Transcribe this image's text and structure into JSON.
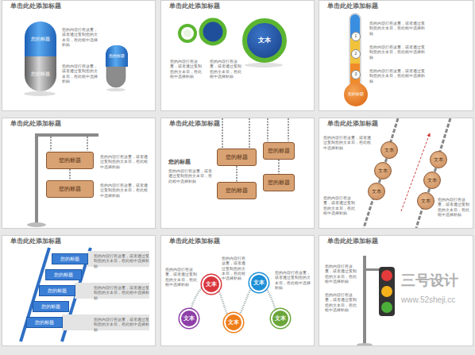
{
  "diagram": {
    "nodes": [
      {
        "text": [
          "单击此处添加标题"
        ]
      },
      {
        "text": [
          "您的标题"
        ],
        "in": 0
      },
      {
        "text": [
          "您的标题"
        ],
        "in": 0
      },
      {
        "text": [
          "您的标题"
        ],
        "in": 0
      },
      {
        "text": [
          "单击此处添加标题"
        ]
      },
      {
        "text": [
          "文本"
        ],
        "in": 4
      },
      {
        "text": [
          "单击此处添加标题"
        ]
      },
      {
        "text": [
          "1"
        ],
        "in": 6
      },
      {
        "text": [
          "2"
        ],
        "in": 6
      },
      {
        "text": [
          "3"
        ],
        "in": 6
      },
      {
        "text": [
          "您的标题"
        ],
        "in": 6
      },
      {
        "text": [
          "单击此处添加标题"
        ]
      },
      {
        "text": [
          "您的标题"
        ],
        "in": 11
      },
      {
        "text": [
          "您的标题"
        ],
        "in": 11
      },
      {
        "text": [
          "单击此处添加标题"
        ]
      },
      {
        "text": [
          "您的标题"
        ],
        "in": 14
      },
      {
        "text": [
          "您的标题"
        ],
        "in": 14
      },
      {
        "text": [
          "您的标题"
        ],
        "in": 14
      },
      {
        "text": [
          "您的标题"
        ],
        "in": 14
      },
      {
        "text": [
          "单击此处添加标题"
        ]
      },
      {
        "text": [
          "文本"
        ],
        "in": 19
      },
      {
        "text": [
          "文本"
        ],
        "in": 19
      },
      {
        "text": [
          "文本"
        ],
        "in": 19
      },
      {
        "text": [
          "文本"
        ],
        "in": 19
      },
      {
        "text": [
          "文本"
        ],
        "in": 19
      },
      {
        "text": [
          "文本"
        ],
        "in": 19
      },
      {
        "text": [
          "单击此处添加标题"
        ]
      },
      {
        "text": [
          "您的标题"
        ],
        "in": 26
      },
      {
        "text": [
          "您的标题"
        ],
        "in": 26
      },
      {
        "text": [
          "您的标题"
        ],
        "in": 26
      },
      {
        "text": [
          "您的标题"
        ],
        "in": 26
      },
      {
        "text": [
          "您的标题"
        ],
        "in": 26
      },
      {
        "text": [
          "单击此处添加标题"
        ]
      },
      {
        "text": [
          "文本"
        ],
        "in": 32
      },
      {
        "text": [
          "文本"
        ],
        "in": 32
      },
      {
        "text": [
          "文本"
        ],
        "in": 32
      },
      {
        "text": [
          "文本"
        ],
        "in": 32
      },
      {
        "text": [
          "文本"
        ],
        "in": 32
      },
      {
        "text": [
          "单击此处添加标题"
        ]
      }
    ],
    "edges": [
      {
        "from": 12,
        "to": 13,
        "arrow": "none"
      },
      {
        "from": 15,
        "to": 17,
        "arrow": "none"
      },
      {
        "from": 16,
        "to": 18,
        "arrow": "none"
      },
      {
        "from": 20,
        "to": 21,
        "arrow": "none"
      },
      {
        "from": 21,
        "to": 22,
        "arrow": "none"
      },
      {
        "from": 23,
        "to": 24,
        "arrow": "none"
      },
      {
        "from": 24,
        "to": 25,
        "arrow": "none"
      }
    ],
    "labels": [
      "您的内容打在这里，或者通过复制您的文本后，在此框中选择粘贴",
      "您的内容打在这里，或者通过复制您的文本后，在此框中选择粘贴",
      "您的内容打在这里，或者通过复制您的文本后，在此框中选择粘贴",
      "您的内容打在这里，或者通过复制您的文本后，在此框中选择粘贴",
      "您的内容打在这里，或者通过复制您的文本后，在此框中选择粘贴",
      "您的内容打在这里，或者通过复制您的文本后，在此框中选择粘贴",
      "您的内容打在这里，或者通过复制您的文本后，在此框中选择粘贴",
      "您的内容打在这里，或者通过复制您的文本后，在此框中选择粘贴",
      "您的内容打在这里，或者通过复制您的文本后，在此框中选择粘贴",
      "您的标题",
      "您的内容打在这里，或者通过复制您的文本后，在此框中选择粘贴",
      "您的内容打在这里，或者通过复制您的文本后，在此框中选择粘贴",
      "您的内容打在这里，或者通过复制您的文本后，在此框中选择粘贴",
      "您的内容打在这里，或者通过复制您的文本后，在此框中选择粘贴",
      "您的内容打在这里，或者通过复制您的文本后，在此框中选择粘贴",
      "您的内容打在这里，或者通过复制您的文本后，在此框中选择粘贴",
      "您的内容打在这里，或者通过复制您的文本后，在此框中选择粘贴",
      "您的内容打在这里，或者通过复制您的文本后，在此框中选择粘贴",
      "您的内容打在这里，或者通过复制您的文本后，在此框中选择粘贴",
      "您的内容打在这里，或者通过复制您的文本后，在此框中选择粘贴",
      "您的内容打在这里，或者通过复制您的文本后，在此框中选择粘贴",
      "您的内容打在这里，或者通过复制您的文本后，在此框中选择粘贴",
      "三号设计",
      "www.52sheji.cc"
    ]
  }
}
